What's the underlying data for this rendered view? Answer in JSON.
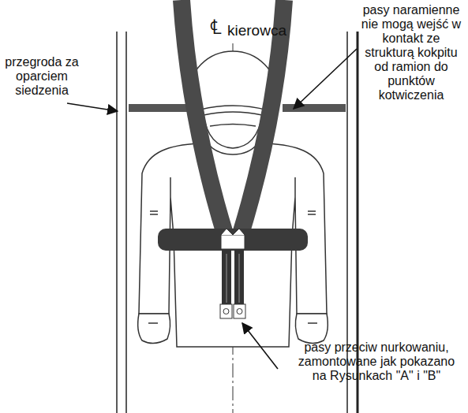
{
  "diagram": {
    "labels": [
      "℄",
      "kierowca",
      "przegroda za oparciem siedzenia",
      "pasy naramienne nie mogą wejść w kontakt ze strukturą kokpitu od ramion do punktów kotwiczenia",
      "pasy przeciw nurkowaniu, zamontowane jak pokazano na Rysunkach \"A\" i \"B\""
    ]
  }
}
